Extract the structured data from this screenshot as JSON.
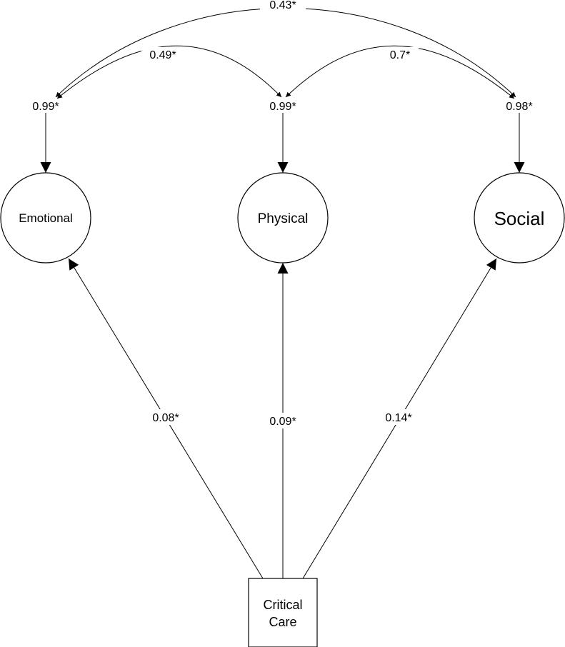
{
  "nodes": {
    "emotional": {
      "label": "Emotional"
    },
    "physical": {
      "label": "Physical"
    },
    "social": {
      "label": "Social"
    },
    "critical_care": {
      "label_lines": [
        "Critical",
        "Care"
      ]
    }
  },
  "residual_variances": {
    "emotional": "0.99*",
    "physical": "0.99*",
    "social": "0.98*"
  },
  "covariances": {
    "emotional_physical": "0.49*",
    "physical_social": "0.7*",
    "emotional_social": "0.43*"
  },
  "paths": {
    "critical_care_to_emotional": "0.08*",
    "critical_care_to_physical": "0.09*",
    "critical_care_to_social": "0.14*"
  }
}
